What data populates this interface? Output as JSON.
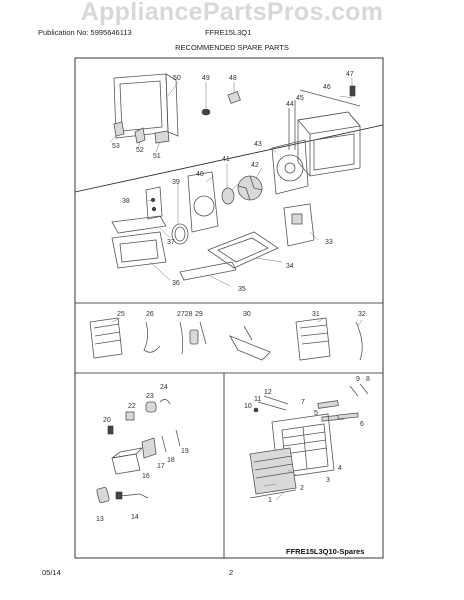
{
  "watermark": "AppliancePartsPros.com",
  "header": {
    "publication": "Publication No: 5995646113",
    "model": "FFRE15L3Q1"
  },
  "subtitle": "RECOMMENDED SPARE PARTS",
  "callouts": {
    "c1": "1",
    "c2": "2",
    "c3": "3",
    "c4": "4",
    "c5": "5",
    "c6": "6",
    "c7": "7",
    "c8": "8",
    "c9": "9",
    "c10": "10",
    "c11": "11",
    "c12": "12",
    "c13": "13",
    "c14": "14",
    "c16": "16",
    "c17": "17",
    "c18": "18",
    "c19": "19",
    "c20": "20",
    "c22": "22",
    "c23": "23",
    "c24": "24",
    "c25": "25",
    "c26": "26",
    "c2728": "2728",
    "c29": "29",
    "c30": "30",
    "c31": "31",
    "c32": "32",
    "c33": "33",
    "c34": "34",
    "c35": "35",
    "c36": "36",
    "c37": "37",
    "c38": "38",
    "c39": "39",
    "c40": "40",
    "c41": "41",
    "c42": "42",
    "c43": "43",
    "c44": "44",
    "c45": "45",
    "c46": "46",
    "c47": "47",
    "c48": "48",
    "c49": "49",
    "c50": "50",
    "c51": "51",
    "c52": "52",
    "c53": "53"
  },
  "spares_label": "FFRE15L3Q10-Spares",
  "footer": {
    "date": "05/14",
    "page": "2"
  }
}
